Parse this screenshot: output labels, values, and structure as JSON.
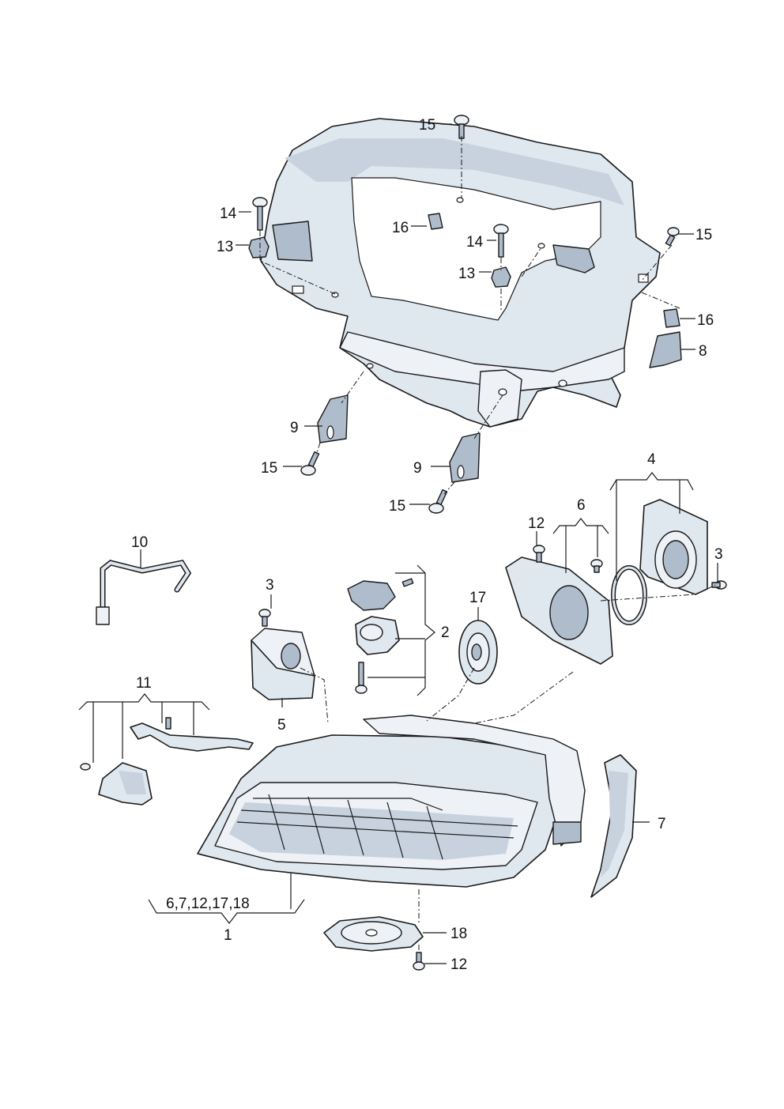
{
  "callouts": [
    {
      "id": "c15a",
      "text": "15"
    },
    {
      "id": "c14a",
      "text": "14"
    },
    {
      "id": "c13a",
      "text": "13"
    },
    {
      "id": "c16a",
      "text": "16"
    },
    {
      "id": "c14b",
      "text": "14"
    },
    {
      "id": "c13b",
      "text": "13"
    },
    {
      "id": "c15b",
      "text": "15"
    },
    {
      "id": "c16b",
      "text": "16"
    },
    {
      "id": "c8",
      "text": "8"
    },
    {
      "id": "c9a",
      "text": "9"
    },
    {
      "id": "c15c",
      "text": "15"
    },
    {
      "id": "c9b",
      "text": "9"
    },
    {
      "id": "c15d",
      "text": "15"
    },
    {
      "id": "c4",
      "text": "4"
    },
    {
      "id": "c6",
      "text": "6"
    },
    {
      "id": "c12a",
      "text": "12"
    },
    {
      "id": "c3a",
      "text": "3"
    },
    {
      "id": "c10",
      "text": "10"
    },
    {
      "id": "c3b",
      "text": "3"
    },
    {
      "id": "c17",
      "text": "17"
    },
    {
      "id": "c2",
      "text": "2"
    },
    {
      "id": "c5",
      "text": "5"
    },
    {
      "id": "c11",
      "text": "11"
    },
    {
      "id": "c7",
      "text": "7"
    },
    {
      "id": "c_group",
      "text": "6,7,12,17,18"
    },
    {
      "id": "c1",
      "text": "1"
    },
    {
      "id": "c18",
      "text": "18"
    },
    {
      "id": "c12b",
      "text": "12"
    }
  ]
}
